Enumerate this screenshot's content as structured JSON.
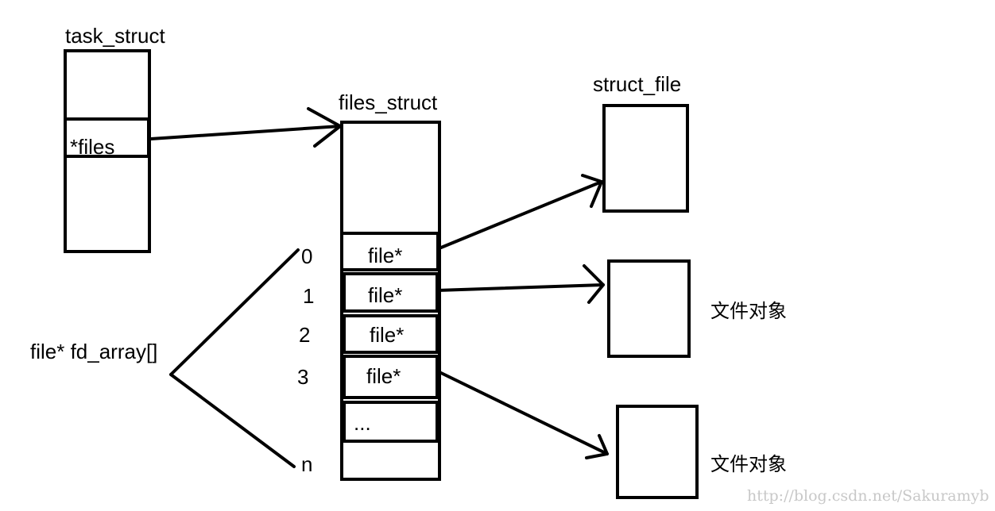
{
  "task_struct": {
    "title": "task_struct",
    "files_field": "*files"
  },
  "files_struct": {
    "title": "files_struct",
    "slots": [
      {
        "index": "0",
        "label": "file*"
      },
      {
        "index": "1",
        "label": "file*"
      },
      {
        "index": "2",
        "label": "file*"
      },
      {
        "index": "3",
        "label": "file*"
      },
      {
        "index": "",
        "label": "..."
      },
      {
        "index": "n",
        "label": ""
      }
    ]
  },
  "fd_array_label": "file* fd_array[]",
  "struct_file_title": "struct_file",
  "file_object_labels": [
    "文件对象",
    "文件对象"
  ],
  "watermark": "http://blog.csdn.net/Sakuramyb"
}
